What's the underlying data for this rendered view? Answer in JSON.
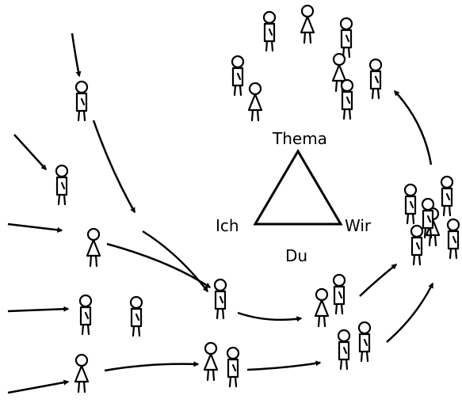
{
  "diagram": {
    "labels": {
      "top": "Thema",
      "left": "Ich",
      "right": "Wir",
      "bottom": "Du"
    },
    "colors": {
      "ink": "#000000",
      "background": "#ffffff"
    }
  }
}
